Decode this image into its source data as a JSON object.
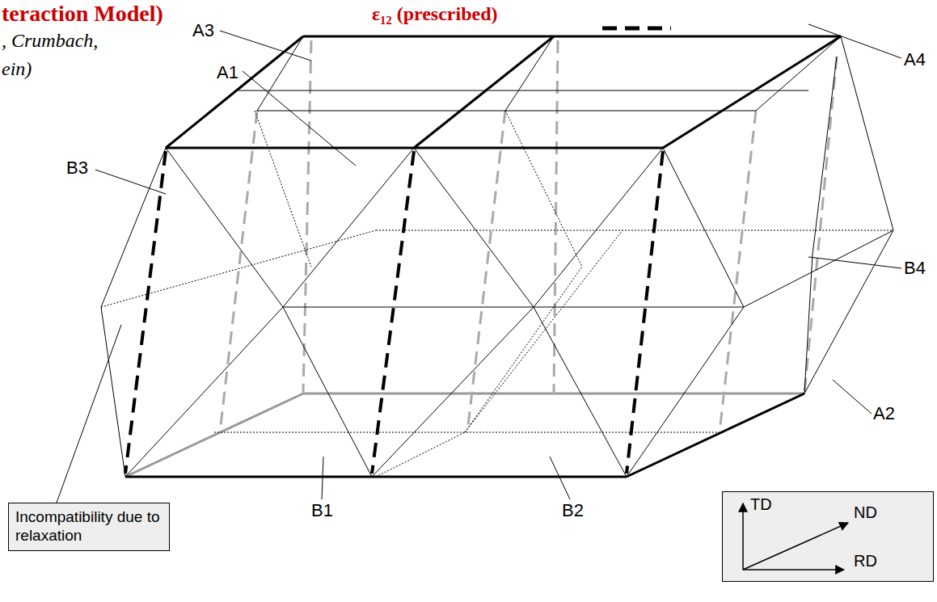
{
  "diagram": {
    "nodes": [
      {
        "text": [
          "Incompatibility due to relaxation"
        ]
      },
      {
        "text": [
          "TD",
          "ND",
          "RD"
        ]
      }
    ],
    "labels": [
      "teraction Model)",
      ", Crumbach,",
      "ein)",
      "A3",
      "A1",
      "B3",
      "A4",
      "B4",
      "A2",
      "B1",
      "B2"
    ],
    "legend": [
      {
        "text": "ε₁₂ (prescribed)"
      }
    ]
  }
}
